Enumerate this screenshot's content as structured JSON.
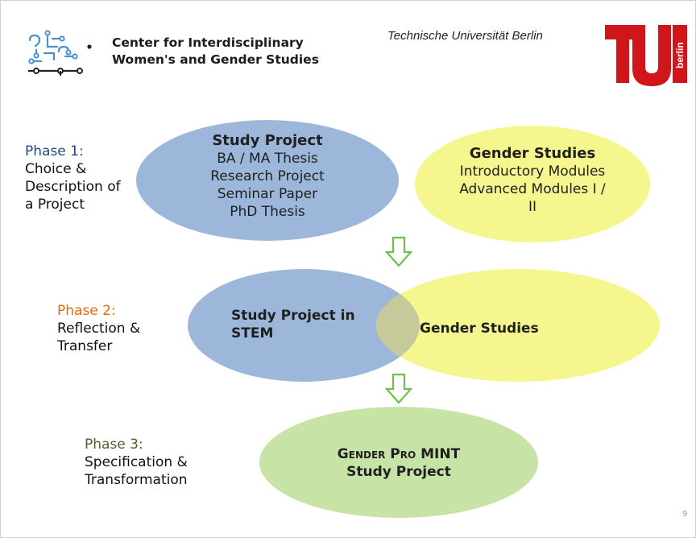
{
  "header": {
    "center_line1": "Center for Interdisciplinary",
    "center_line2": "Women's and Gender Studies",
    "university": "Technische Universität Berlin",
    "tu_logo_text": "berlin"
  },
  "phase1": {
    "title": "Phase 1:",
    "desc": [
      "Choice &",
      "Description of",
      "a Project"
    ],
    "study_project": {
      "title": "Study Project",
      "items": [
        "BA / MA Thesis",
        "Research Project",
        "Seminar Paper",
        "PhD Thesis"
      ]
    },
    "gender_studies": {
      "title": "Gender  Studies",
      "items": [
        "Introductory Modules",
        "Advanced Modules I /",
        "II"
      ]
    }
  },
  "phase2": {
    "title": "Phase 2:",
    "desc": [
      "Reflection &",
      "Transfer"
    ],
    "left_label": [
      "Study Project in",
      "STEM"
    ],
    "right_label": "Gender  Studies"
  },
  "phase3": {
    "title": "Phase 3:",
    "desc": [
      "Specification &",
      "Transformation"
    ],
    "label_line1": "Gender Pro MINT",
    "label_line2": "Study Project"
  },
  "page_number": "9",
  "colors": {
    "blue_ellipse": "#9db7da",
    "yellow_ellipse": "#f6f68e",
    "overlap": "#c6ca9a",
    "green_ellipse": "#c8e3a6",
    "phase1_title": "#1f497d",
    "phase2_title": "#e36c09",
    "phase3_title": "#4f6228",
    "arrow": "#6fbf4a",
    "tu_red": "#d0151b"
  }
}
